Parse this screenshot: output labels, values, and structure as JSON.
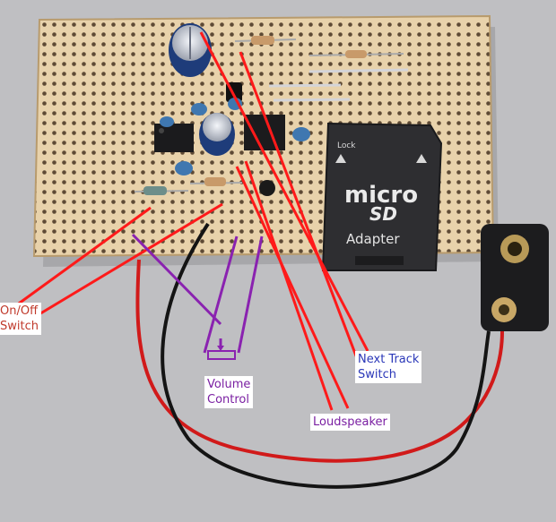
{
  "image": {
    "description_colors": {
      "background": "#bdbdbf",
      "stripboard": "#e6cfa8",
      "sd_adapter": "#2c2c2f",
      "red_annotation": "#ff1a1a",
      "purple_annotation": "#8a22b0",
      "wire_red": "#d61a1a",
      "wire_black": "#141414"
    }
  },
  "labels": {
    "on_off": "On/Off\nSwitch",
    "volume": "Volume\nControl",
    "loudspeaker": "Loudspeaker",
    "next_track": "Next Track\nSwitch"
  },
  "adapter": {
    "brand_line1": "micro",
    "brand_line2": "SD",
    "adapter_text": "Adapter",
    "lock_text": "Lock"
  }
}
